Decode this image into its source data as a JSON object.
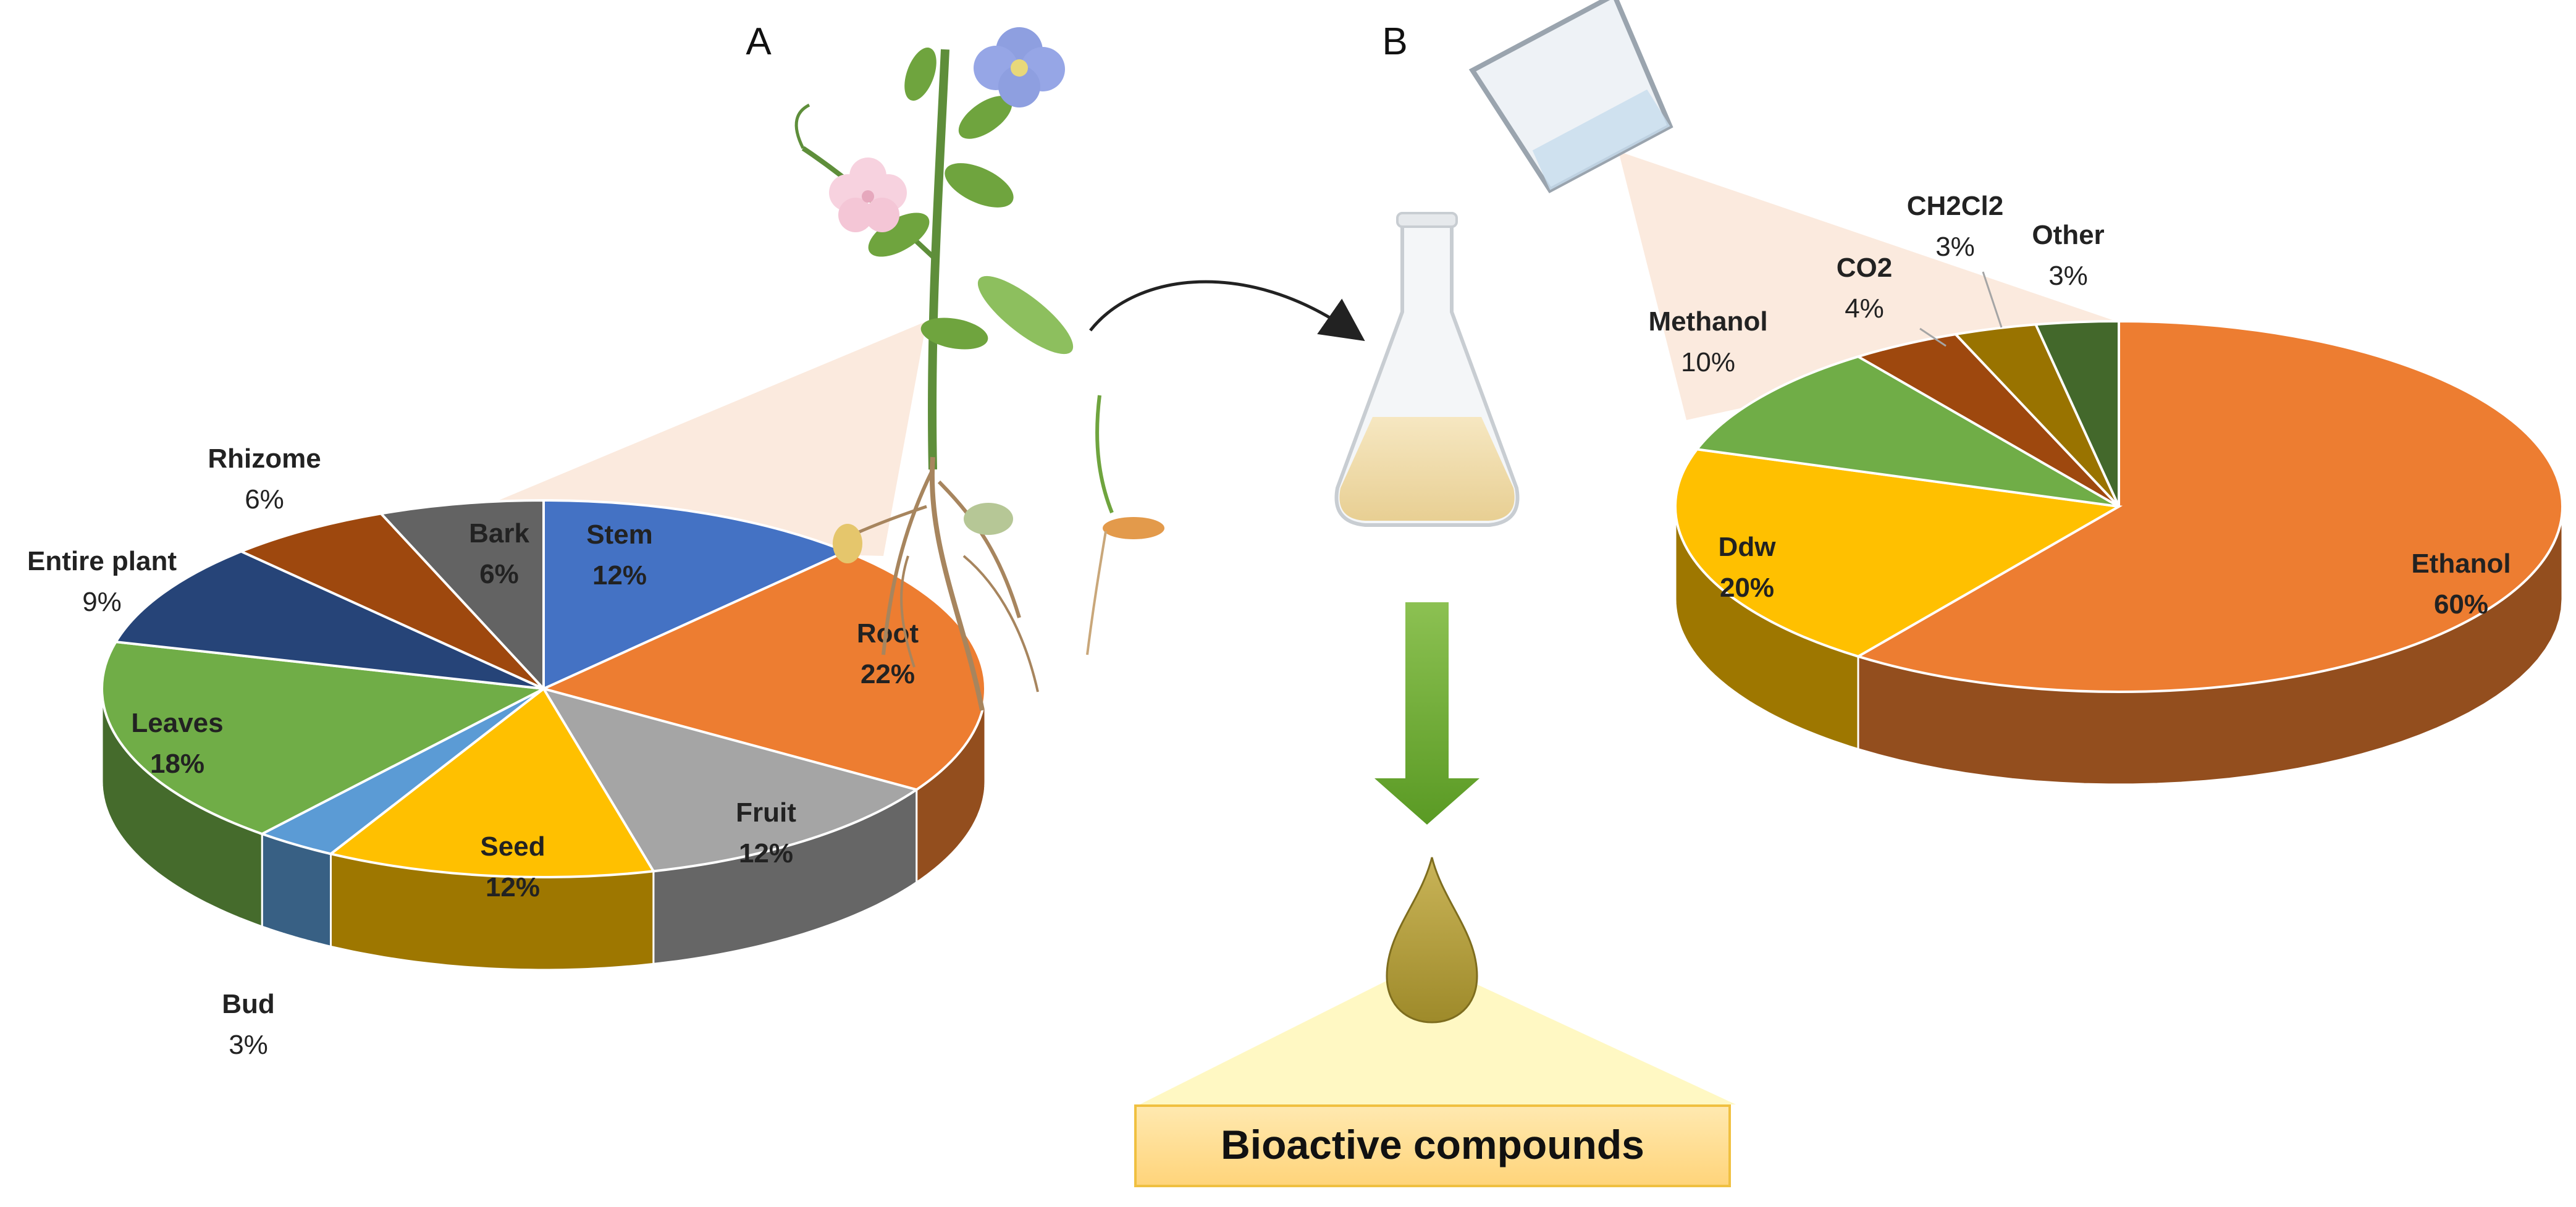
{
  "panels": [
    {
      "label": "A"
    },
    {
      "label": "B"
    }
  ],
  "result_box": {
    "label": "Bioactive compounds"
  },
  "chart_data": [
    {
      "type": "pie",
      "panel": "A",
      "title": "",
      "value_format": "percent",
      "slices": [
        {
          "label": "Stem",
          "value": 12,
          "color": "#4472C4"
        },
        {
          "label": "Root",
          "value": 22,
          "color": "#ED7D31"
        },
        {
          "label": "Fruit",
          "value": 12,
          "color": "#A5A5A5"
        },
        {
          "label": "Seed",
          "value": 12,
          "color": "#FFC000"
        },
        {
          "label": "Bud",
          "value": 3,
          "color": "#5B9BD5"
        },
        {
          "label": "Leaves",
          "value": 18,
          "color": "#70AD47"
        },
        {
          "label": "Entire plant",
          "value": 9,
          "color": "#264478"
        },
        {
          "label": "Rhizome",
          "value": 6,
          "color": "#9E480E"
        },
        {
          "label": "Bark",
          "value": 6,
          "color": "#636363"
        }
      ]
    },
    {
      "type": "pie",
      "panel": "B",
      "title": "",
      "value_format": "percent",
      "slices": [
        {
          "label": "Ethanol",
          "value": 60,
          "color": "#ED7D31"
        },
        {
          "label": "Ddw",
          "value": 20,
          "color": "#FFC000"
        },
        {
          "label": "Methanol",
          "value": 10,
          "color": "#70AD47"
        },
        {
          "label": "CO2",
          "value": 4,
          "color": "#9E480E"
        },
        {
          "label": "CH2Cl2",
          "value": 3,
          "color": "#997300"
        },
        {
          "label": "Other",
          "value": 3,
          "color": "#43682B"
        }
      ]
    }
  ]
}
